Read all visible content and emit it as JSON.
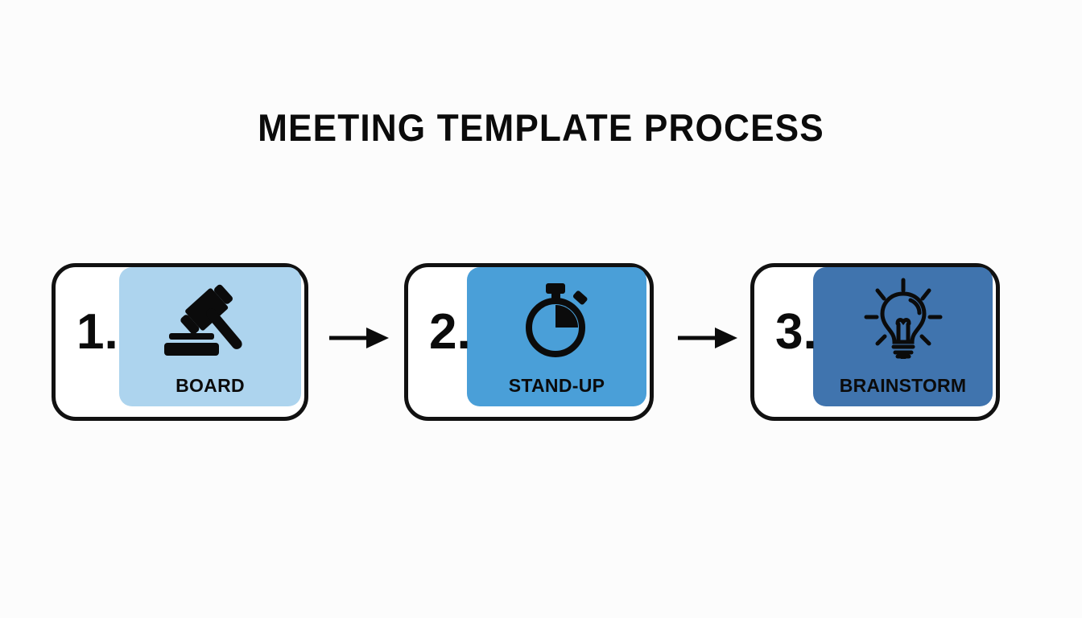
{
  "page": {
    "title": "MEETING TEMPLATE PROCESS",
    "background_color": "#FCFCFC",
    "text_color": "#0B0B0B"
  },
  "process": {
    "steps": [
      {
        "number": "1.",
        "label": "BOARD",
        "icon": "gavel-icon",
        "panel_color": "#ADD4EE"
      },
      {
        "number": "2.",
        "label": "STAND-UP",
        "icon": "stopwatch-icon",
        "panel_color": "#4A9FD8"
      },
      {
        "number": "3.",
        "label": "BRAINSTORM",
        "icon": "lightbulb-icon",
        "panel_color": "#4074AE"
      }
    ],
    "connectors": [
      {
        "icon": "arrow-right-icon",
        "color": "#0B0B0B"
      },
      {
        "icon": "arrow-right-icon",
        "color": "#0B0B0B"
      }
    ]
  }
}
